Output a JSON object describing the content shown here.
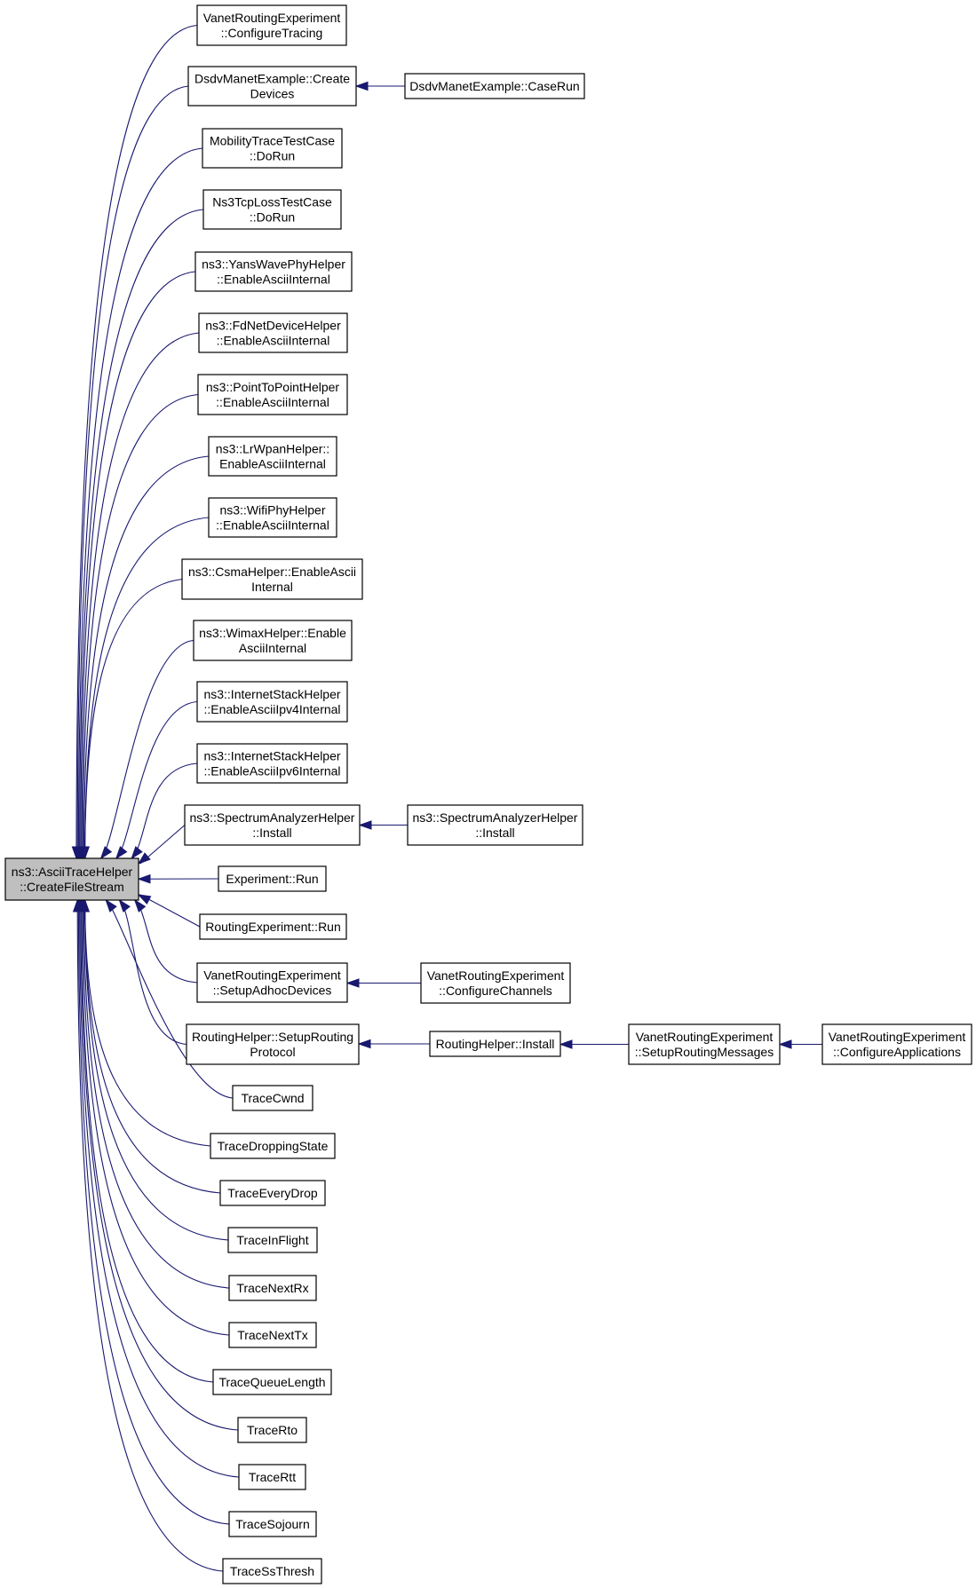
{
  "diagram": {
    "root": {
      "id": "root",
      "lines": [
        "ns3::AsciiTraceHelper",
        "::CreateFileStream"
      ]
    },
    "callers": [
      {
        "id": "c1",
        "lines": [
          "VanetRoutingExperiment",
          "::ConfigureTracing"
        ]
      },
      {
        "id": "c2",
        "lines": [
          "DsdvManetExample::Create",
          "Devices"
        ]
      },
      {
        "id": "c3",
        "lines": [
          "MobilityTraceTestCase",
          "::DoRun"
        ]
      },
      {
        "id": "c4",
        "lines": [
          "Ns3TcpLossTestCase",
          "::DoRun"
        ]
      },
      {
        "id": "c5",
        "lines": [
          "ns3::YansWavePhyHelper",
          "::EnableAsciiInternal"
        ]
      },
      {
        "id": "c6",
        "lines": [
          "ns3::FdNetDeviceHelper",
          "::EnableAsciiInternal"
        ]
      },
      {
        "id": "c7",
        "lines": [
          "ns3::PointToPointHelper",
          "::EnableAsciiInternal"
        ]
      },
      {
        "id": "c8",
        "lines": [
          "ns3::LrWpanHelper::",
          "EnableAsciiInternal"
        ]
      },
      {
        "id": "c9",
        "lines": [
          "ns3::WifiPhyHelper",
          "::EnableAsciiInternal"
        ]
      },
      {
        "id": "c10",
        "lines": [
          "ns3::CsmaHelper::EnableAscii",
          "Internal"
        ]
      },
      {
        "id": "c11",
        "lines": [
          "ns3::WimaxHelper::Enable",
          "AsciiInternal"
        ]
      },
      {
        "id": "c12",
        "lines": [
          "ns3::InternetStackHelper",
          "::EnableAsciiIpv4Internal"
        ]
      },
      {
        "id": "c13",
        "lines": [
          "ns3::InternetStackHelper",
          "::EnableAsciiIpv6Internal"
        ]
      },
      {
        "id": "c14",
        "lines": [
          "ns3::SpectrumAnalyzerHelper",
          "::Install"
        ]
      },
      {
        "id": "c15",
        "lines": [
          "Experiment::Run"
        ]
      },
      {
        "id": "c16",
        "lines": [
          "RoutingExperiment::Run"
        ]
      },
      {
        "id": "c17",
        "lines": [
          "VanetRoutingExperiment",
          "::SetupAdhocDevices"
        ]
      },
      {
        "id": "c18",
        "lines": [
          "RoutingHelper::SetupRouting",
          "Protocol"
        ]
      },
      {
        "id": "c19",
        "lines": [
          "TraceCwnd"
        ]
      },
      {
        "id": "c20",
        "lines": [
          "TraceDroppingState"
        ]
      },
      {
        "id": "c21",
        "lines": [
          "TraceEveryDrop"
        ]
      },
      {
        "id": "c22",
        "lines": [
          "TraceInFlight"
        ]
      },
      {
        "id": "c23",
        "lines": [
          "TraceNextRx"
        ]
      },
      {
        "id": "c24",
        "lines": [
          "TraceNextTx"
        ]
      },
      {
        "id": "c25",
        "lines": [
          "TraceQueueLength"
        ]
      },
      {
        "id": "c26",
        "lines": [
          "TraceRto"
        ]
      },
      {
        "id": "c27",
        "lines": [
          "TraceRtt"
        ]
      },
      {
        "id": "c28",
        "lines": [
          "TraceSojourn"
        ]
      },
      {
        "id": "c29",
        "lines": [
          "TraceSsThresh"
        ]
      }
    ],
    "secondary": [
      {
        "id": "s1",
        "lines": [
          "DsdvManetExample::CaseRun"
        ],
        "target": "c2"
      },
      {
        "id": "s2",
        "lines": [
          "ns3::SpectrumAnalyzerHelper",
          "::Install"
        ],
        "target": "c14"
      },
      {
        "id": "s3",
        "lines": [
          "VanetRoutingExperiment",
          "::ConfigureChannels"
        ],
        "target": "c17"
      },
      {
        "id": "s4",
        "lines": [
          "RoutingHelper::Install"
        ],
        "target": "c18"
      },
      {
        "id": "s5",
        "lines": [
          "VanetRoutingExperiment",
          "::SetupRoutingMessages"
        ],
        "target": "s4"
      },
      {
        "id": "s6",
        "lines": [
          "VanetRoutingExperiment",
          "::ConfigureApplications"
        ],
        "target": "s5"
      }
    ]
  },
  "colors": {
    "edge": "#191970",
    "root_fill": "#bfbfbf",
    "node_fill": "#ffffff",
    "node_stroke": "#000000"
  }
}
